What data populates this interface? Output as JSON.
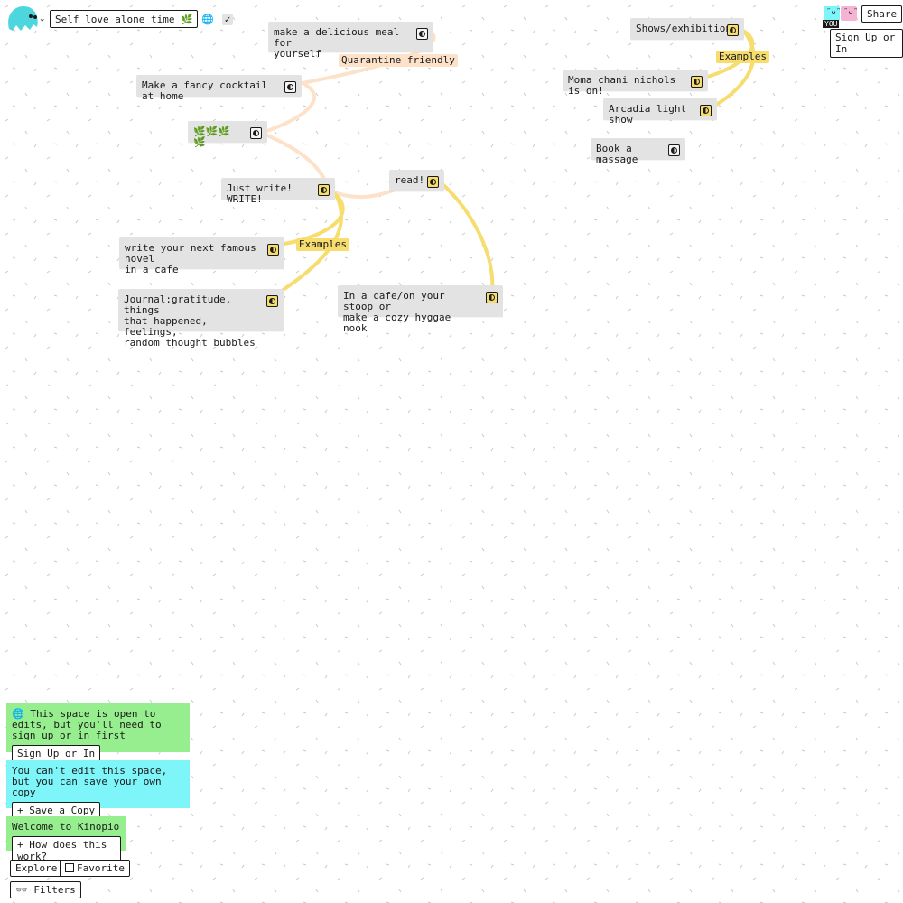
{
  "space": {
    "name": "Self love alone time 🌿",
    "globe_icon": "globe-icon",
    "check_icon": "checkmark-icon"
  },
  "header": {
    "you_label": "YOU",
    "share_label": "Share",
    "sign_in_label": "Sign Up or In"
  },
  "cards": {
    "meal": "make a delicious meal for\nyourself",
    "cocktail": "Make a fancy cocktail at home",
    "leaves": "🌿🌿🌿🌿",
    "write": "Just write! WRITE!",
    "read": "read!",
    "novel": "write your next famous novel\nin a cafe",
    "journal": "Journal:gratitude, things\nthat happened, feelings,\nrandom thought bubbles",
    "cafe": "In a cafe/on your stoop or\nmake a cozy hyggae nook",
    "shows": "Shows/exhibitions",
    "moma": "Moma chani nichols is on!",
    "arcadia": "Arcadia light show",
    "massage": "Book a massage"
  },
  "labels": {
    "quarantine": "Quarantine friendly",
    "examples_left": "Examples",
    "examples_right": "Examples"
  },
  "notices": {
    "open_edits_text": "This space is open to edits, but you'll need to sign up or in first",
    "open_edits_button": "Sign Up or In",
    "cant_edit_text": "You can't edit this space, but you can save your own copy",
    "save_copy_button": "+ Save a Copy",
    "welcome_text": "Welcome to Kinopio",
    "how_button": "+ How does this work?"
  },
  "footer": {
    "explore": "Explore",
    "favorite": "Favorite",
    "filters": "Filters"
  },
  "colors": {
    "peach_connection": "#fde2c9",
    "yellow_connection": "#f6dd6e",
    "card_bg": "#e3e3e3",
    "green_notice": "#97ee8f",
    "cyan_notice": "#7ef5f8"
  }
}
